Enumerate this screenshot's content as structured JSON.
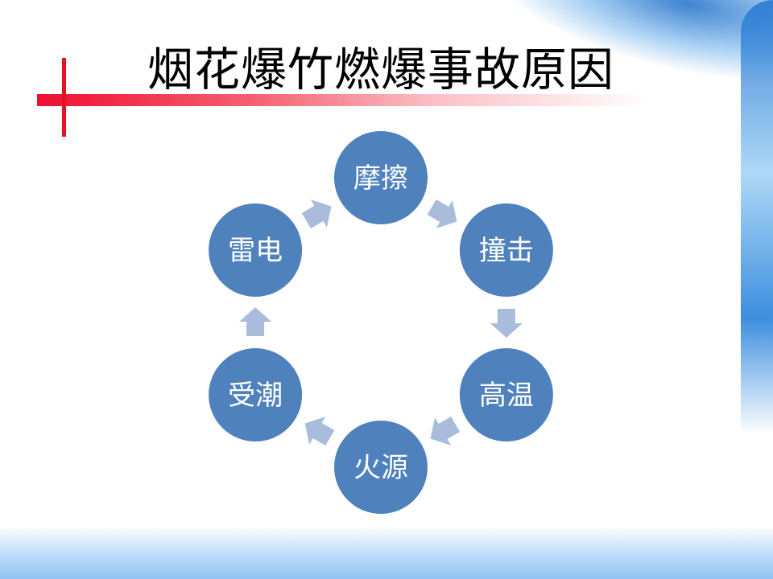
{
  "title": "烟花爆竹燃爆事故原因",
  "cycle": {
    "nodes": [
      "摩擦",
      "撞击",
      "高温",
      "火源",
      "受潮",
      "雷电"
    ],
    "node_color": "#4f81bd",
    "arrow_color": "#a9bcdb",
    "text_color": "#ffffff"
  }
}
